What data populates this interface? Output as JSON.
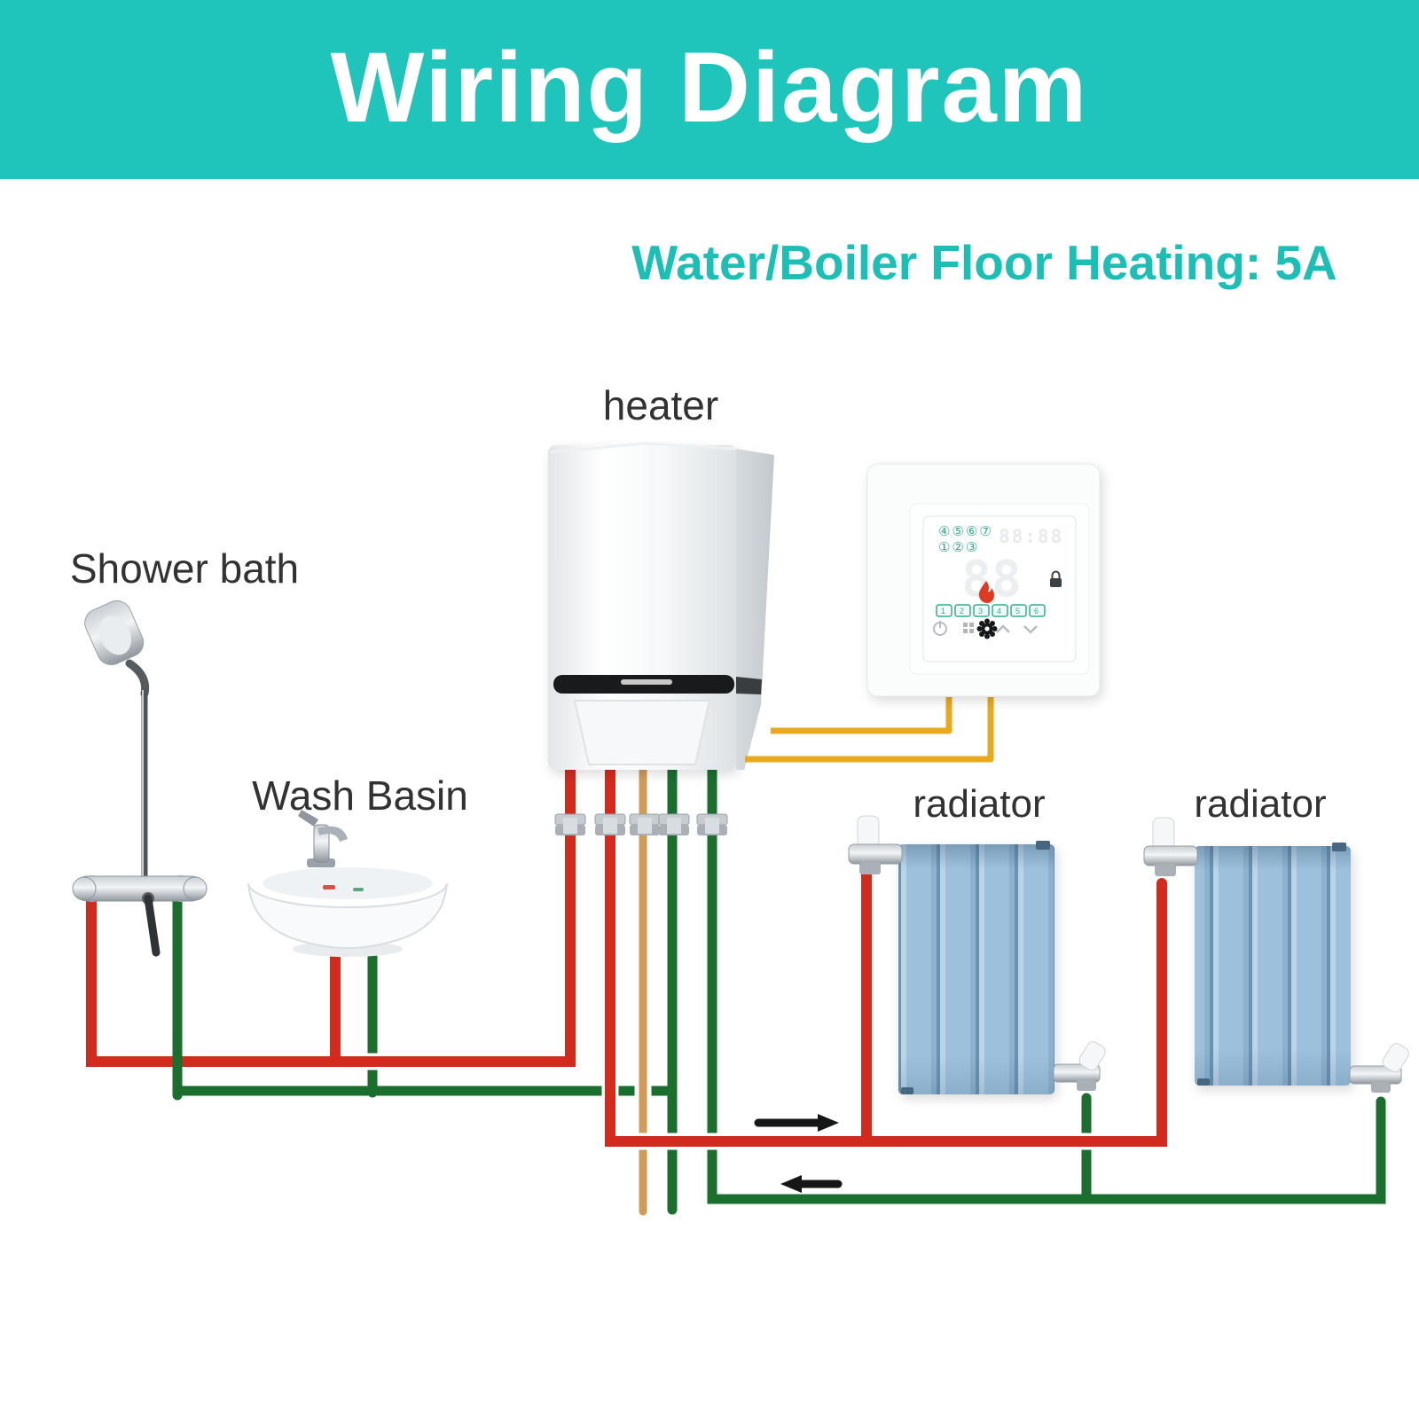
{
  "header": {
    "title": "Wiring Diagram",
    "bg_color": "#1fc4bb",
    "text_color": "#ffffff"
  },
  "subtitle": {
    "text": "Water/Boiler Floor Heating: 5A",
    "color": "#1bbfb6"
  },
  "labels": {
    "heater": "heater",
    "shower_bath": "Shower bath",
    "wash_basin": "Wash Basin",
    "radiator_left": "radiator",
    "radiator_right": "radiator"
  },
  "thermostat": {
    "period_row_top": "④⑤⑥⑦",
    "period_row_bottom": "①②③",
    "clock_display": "88:88",
    "temp_display": "88",
    "schedule_icons": [
      "1",
      "2",
      "3",
      "4",
      "5",
      "6"
    ],
    "button_icons": [
      "power-icon",
      "program-grid-icon",
      "gear-icon",
      "arrow-up-icon",
      "arrow-down-icon"
    ],
    "status_icons": [
      "flame-icon",
      "lock-icon"
    ]
  },
  "flow_arrows": [
    {
      "name": "supply-flow-arrow",
      "direction": "right"
    },
    {
      "name": "return-flow-arrow",
      "direction": "left"
    }
  ],
  "colors": {
    "hot_supply_pipe": "#d22b1e",
    "return_pipe": "#1a6e2e",
    "gas_pipe": "#cf9b57",
    "thermostat_wire": "#eaa81d",
    "radiator_blue": "#9dc1dc",
    "arrow_black": "#161616",
    "label_text": "#323232",
    "flame_red": "#df3b23",
    "display_green": "#2fae8f"
  }
}
